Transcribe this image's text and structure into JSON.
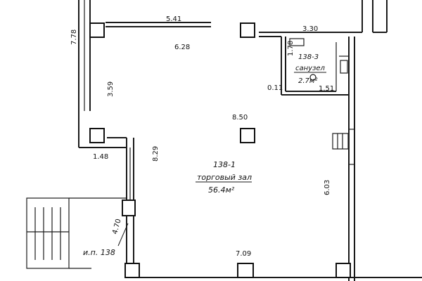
{
  "plan": {
    "dimensions": {
      "top_left_wall": "5.41",
      "top_right_wall": "3.30",
      "left_upper_vertical": "7.78",
      "room_width_top": "6.28",
      "left_mid_vertical": "3.59",
      "bath_vertical": "1.78",
      "bath_small_a": "0.11",
      "bath_small_b": "1.51",
      "center_span": "8.50",
      "left_step": "1.48",
      "left_lower_vertical": "8.29",
      "right_vertical": "6.03",
      "left_bottom_diagonal": "4.70",
      "bottom_span": "7.09"
    },
    "rooms": {
      "bath": {
        "id": "138-3",
        "name": "санузел",
        "area": "2.7м²"
      },
      "hall": {
        "id": "138-1",
        "name": "торговый зал",
        "area": "56.4м²"
      }
    },
    "entrance_label": "и.п. 138"
  }
}
